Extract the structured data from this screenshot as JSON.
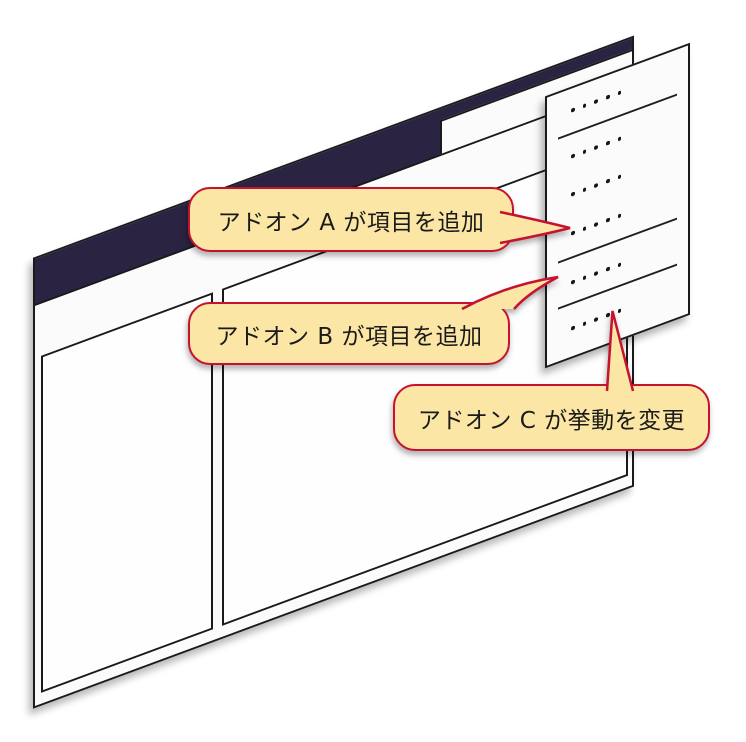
{
  "diagram": {
    "description": "Browser window in perspective with an open dropdown menu; callouts show where add-ons insert menu items or change behavior",
    "colors": {
      "titlebar": "#2b2342",
      "outline": "#1a1a1a",
      "window_fill": "#fbfbfb",
      "callout_fill": "#fbe6a5",
      "callout_border": "#c51230",
      "text": "#1a1a1a"
    }
  },
  "window": {
    "parts": {
      "titlebar": "dark title/tab bar",
      "tab": "active tab strip",
      "toolbar": "toolbar band",
      "left_pane": "sidebar pane (empty)",
      "right_pane": "main content pane (empty)"
    }
  },
  "menu": {
    "dots_per_item": 5,
    "items": [
      {
        "placeholder": "· · · · ·",
        "separator_after": true
      },
      {
        "placeholder": "· · · · ·",
        "separator_after": false
      },
      {
        "placeholder": "· · · · ·",
        "separator_after": false
      },
      {
        "placeholder": "· · · · ·",
        "separator_after": true,
        "annotated_by": "A"
      },
      {
        "placeholder": "· · · · ·",
        "separator_after": true,
        "annotated_by": "B"
      },
      {
        "placeholder": "· · · · ·",
        "separator_after": false,
        "annotated_by": "C"
      }
    ]
  },
  "callouts": [
    {
      "id": "A",
      "label": "アドオン A が項目を追加",
      "points_to": "menu item 4"
    },
    {
      "id": "B",
      "label": "アドオン B が項目を追加",
      "points_to": "menu item 5"
    },
    {
      "id": "C",
      "label": "アドオン C が挙動を変更",
      "points_to": "menu item 6"
    }
  ]
}
